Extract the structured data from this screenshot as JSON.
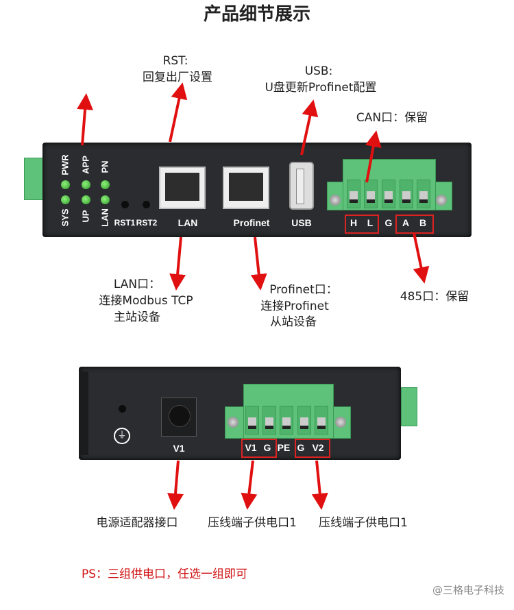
{
  "title": "产品细节展示",
  "top_device": {
    "led_labels_top": [
      "PWR",
      "APP",
      "PN"
    ],
    "led_labels_bottom": [
      "SYS",
      "UP",
      "LAN"
    ],
    "reset_labels": [
      "RST1",
      "RST2"
    ],
    "port_labels": [
      "LAN",
      "Profinet",
      "USB"
    ],
    "terminal_labels": [
      "H",
      "L",
      "G",
      "A",
      "B"
    ]
  },
  "top_callouts": {
    "rst_title": "RST:",
    "rst_desc": "回复出厂设置",
    "usb_title": "USB:",
    "usb_desc": "U盘更新Profinet配置",
    "can": "CAN口：保留",
    "lan_title": "LAN口：",
    "lan_line1": "连接Modbus TCP",
    "lan_line2": "主站设备",
    "profinet_title": "Profinet口：",
    "profinet_line1": "连接Profinet",
    "profinet_line2": "从站设备",
    "rs485": "485口：保留"
  },
  "bottom_device": {
    "jack_label": "V1",
    "terminal_labels": [
      "V1",
      "G",
      "PE",
      "G",
      "V2"
    ]
  },
  "bottom_callouts": {
    "adapter": "电源适配器接口",
    "terminal1": "压线端子供电口1",
    "terminal2": "压线端子供电口1"
  },
  "note": "PS：三组供电口，任选一组即可",
  "watermark": "@三格电子科技",
  "colors": {
    "arrow": "#e01010",
    "note": "#d01010",
    "device": "#2a2c2f",
    "terminal": "#5fc27a"
  }
}
